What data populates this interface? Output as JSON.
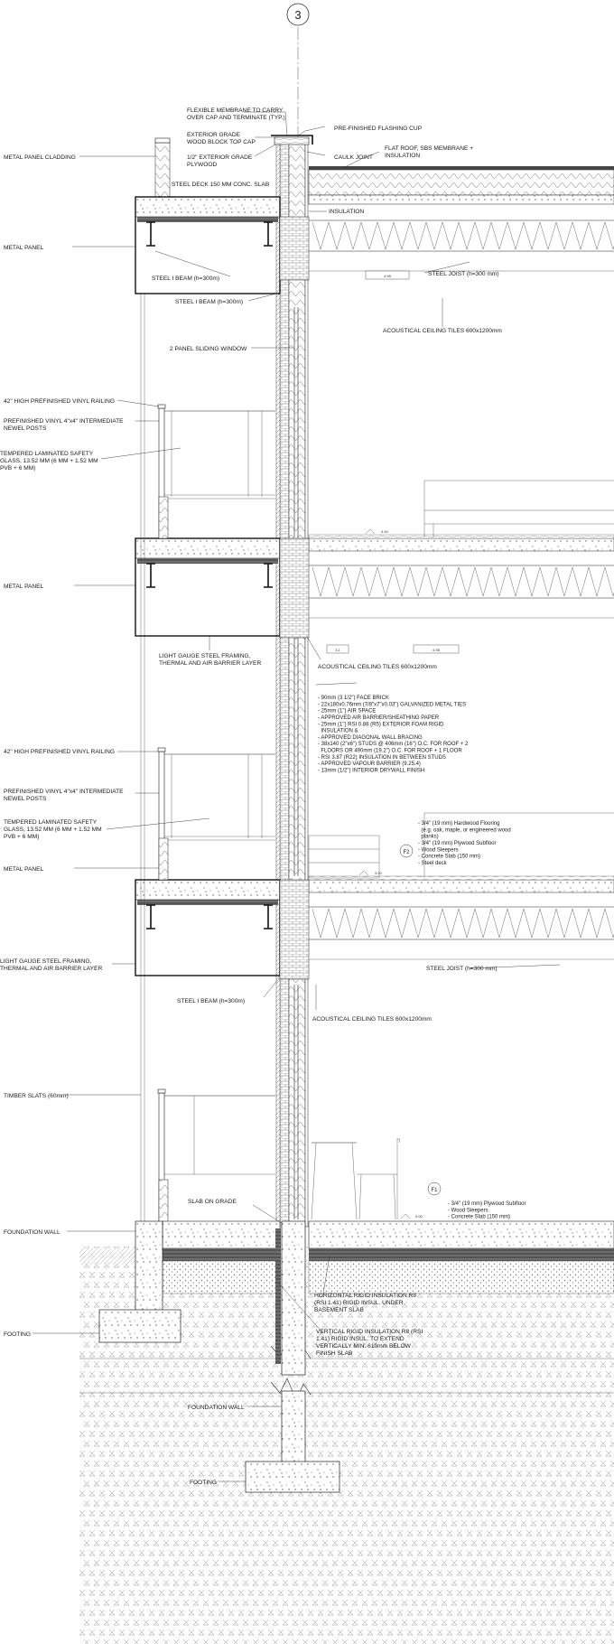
{
  "grid": {
    "marker": "3"
  },
  "labels": {
    "flexible_membrane": "FLEXIBLE MEMBRANE TO CARRY\nOVER CAP AND TERMINATE (TYP.)",
    "flashing_cup": "PRE-FINISHED FLASHING CUP",
    "wood_block_cap": "EXTERIOR GRADE\nWOOD BLOCK TOP CAP",
    "plywood": "1/2\" EXTERIOR GRADE\nPLYWOOD",
    "caulk_joint": "CAULK JOINT",
    "flat_roof": "FLAT ROOF, SBS MEMBRANE +\nINSULATION",
    "metal_panel_cladding": "METAL PANEL CLADDING",
    "steel_deck": "STEEL DECK 150 MM CONC. SLAB",
    "insulation": "INSULATION",
    "metal_panel_1": "METAL PANEL",
    "steel_i_beam_1": "STEEL I BEAM (h=300m)",
    "steel_joist_1": "STEEL JOIST (h=300 mm)",
    "steel_i_beam_2": "STEEL I BEAM (h=300m)",
    "acoustical_1": "ACOUSTICAL CEILING TILES 600x1200mm",
    "sliding_window": "2 PANEL SLIDING WINDOW",
    "railing_1": "42\" HIGH PREFINISHED VINYL RAILING",
    "newel_1": "PREFINISHED VINYL 4\"x4\" INTERMEDIATE\nNEWEL POSTS",
    "glass_1": "TEMPERED LAMINATED SAFETY\nGLASS, 13.52 MM (6 MM + 1.52 MM\nPVB + 6 MM)",
    "metal_panel_2": "METAL PANEL",
    "lgs_framing_1": "LIGHT GAUGE STEEL FRAMING,\nTHERMAL AND AIR BARRIER LAYER",
    "acoustical_2": "ACOUSTICAL CEILING TILES 600x1200mm",
    "wall_spec": "- 90mm (3 1/2\") FACE BRICK\n- 22x180x0.76mm (7/8\"x7\"x0.03\") GALVANIZED METAL TIES\n- 25mm (1\") AIR SPACE\n- APPROVED AIR BARRIER/SHEATHING PAPER\n- 25mm (1\") RSI 0.88 (R5) EXTERIOR FOAM RIGID\n  INSULATION &\n- APPROVED DIAGONAL WALL BRACING\n- 38x140 (2\"x6\") STUDS @ 406mm (16\") O.C. FOR ROOF + 2\n  FLOORS OR 490mm (19.2\") O.C. FOR ROOF + 1 FLOOR\n- RSI 3.87 (R22) INSULATION IN BETWEEN STUDS\n- APPROVED VAPOUR BARRIER (9.25.4)\n- 13mm (1/2\") INTERIOR DRYWALL FINISH",
    "railing_2": "42\" HIGH PREFINISHED VINYL RAILING",
    "newel_2": "PREFINISHED VINYL 4\"x4\" INTERMEDIATE\nNEWEL POSTS",
    "glass_2": "TEMPERED LAMINATED SAFETY\nGLASS, 13.52 MM (6 MM + 1.52 MM\nPVB + 6 MM)",
    "f2_tag": "F2",
    "f2_spec": "- 3/4\" (19 mm) Hardwood Flooring\n  (e.g. oak, maple, or engineered wood\n  planks)\n- 3/4\" (19 mm) Plywood Subfloor\n- Wood Sleepers\n- Concrete Slab (150 mm)\n- Steel deck",
    "metal_panel_3": "METAL PANEL",
    "lgs_framing_2": "LIGHT GAUGE STEEL FRAMING,\nTHERMAL AND AIR BARRIER LAYER",
    "steel_joist_2": "STEEL JOIST (h=300 mm)",
    "steel_i_beam_3": "STEEL I BEAM (h=300m)",
    "acoustical_3": "ACOUSTICAL CEILING TILES 600x1200mm",
    "timber_slats": "TIMBER SLATS (60mm)",
    "slab_on_grade": "SLAB ON GRADE",
    "f1_tag": "F1",
    "f1_spec": "- 3/4\" (19 mm) Plywood Subfloor\n- Wood Sleepers\n- Concrete Slab (150 mm)",
    "foundation_wall_1": "FOUNDATION WALL",
    "horiz_insul": "HORIZONTAL RIGID INSULATION R8\n(RSI 1.41) RIGID INSUL. UNDER\nBASEMENT SLAB",
    "footing_1": "FOOTING",
    "vert_insul": "VERTICAL RIGID INSULATION R8 (RSI\n1.41) RIGID INSUL. TO EXTEND\nVERTICALLY MIN. 610mm BELOW\nFINISH SLAB",
    "foundation_wall_2": "FOUNDATION WALL",
    "footing_2": "FOOTING"
  },
  "small_tags": {
    "tag_a": "4.98",
    "tag_b": "3.1",
    "tag_c": "4.98",
    "level_1": "3.40",
    "level_2": "3.20",
    "level_3": "0.00"
  },
  "colors": {
    "line": "#222222",
    "hatch": "#888888",
    "background": "#ffffff"
  }
}
